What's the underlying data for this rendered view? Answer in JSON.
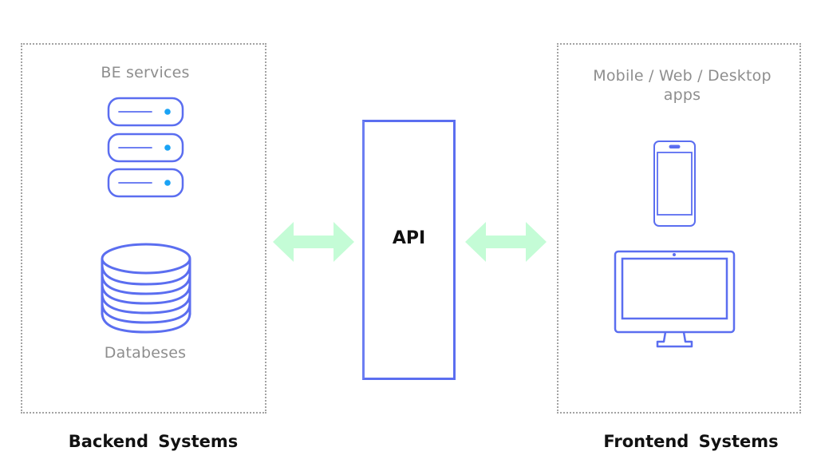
{
  "diagram": {
    "backend_panel": {
      "services_caption": "BE services",
      "databases_caption": "Databeses",
      "title": "Backend  Systems",
      "server_count": 3,
      "database_layers": 6
    },
    "api": {
      "label": "API"
    },
    "frontend_panel": {
      "caption_line1": "Mobile / Web / Desktop",
      "caption_line2": "apps",
      "title": "Frontend  Systems",
      "devices": [
        "mobile-phone",
        "desktop-monitor"
      ]
    },
    "connectors": [
      {
        "from": "Backend Systems",
        "to": "API",
        "type": "bidirectional"
      },
      {
        "from": "API",
        "to": "Frontend Systems",
        "type": "bidirectional"
      }
    ],
    "colors": {
      "icon_stroke": "#5b6ef0",
      "server_led": "#1aa3f5",
      "arrow_fill": "#c4fcd6",
      "caption_text": "#8e8e8e",
      "title_text": "#111111",
      "panel_border": "#a3a3a3"
    }
  }
}
